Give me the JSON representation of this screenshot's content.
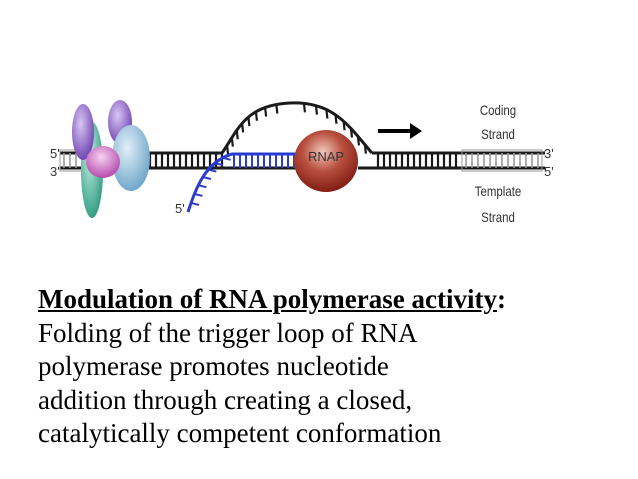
{
  "diagram": {
    "labels": {
      "five_prime_top": "5'",
      "three_prime_bottom": "3'",
      "three_prime_right": "3'",
      "five_prime_right": "5'",
      "five_prime_rna": "5'",
      "rnap": "RNAP",
      "coding_line1": "Coding",
      "coding_line2": "Strand",
      "template_line1": "Template",
      "template_line2": "Strand"
    },
    "colors": {
      "dna_strand": "#1a1a1a",
      "rna_strand": "#2a3bd0",
      "rnap_fill": "#8f2318",
      "arrow": "#000000"
    }
  },
  "caption": {
    "heading": "Modulation of RNA polymerase activity",
    "colon": ":",
    "lines": [
      "Folding of the trigger loop of RNA",
      "polymerase promotes nucleotide",
      "addition through creating a closed,",
      "catalytically competent conformation"
    ]
  }
}
